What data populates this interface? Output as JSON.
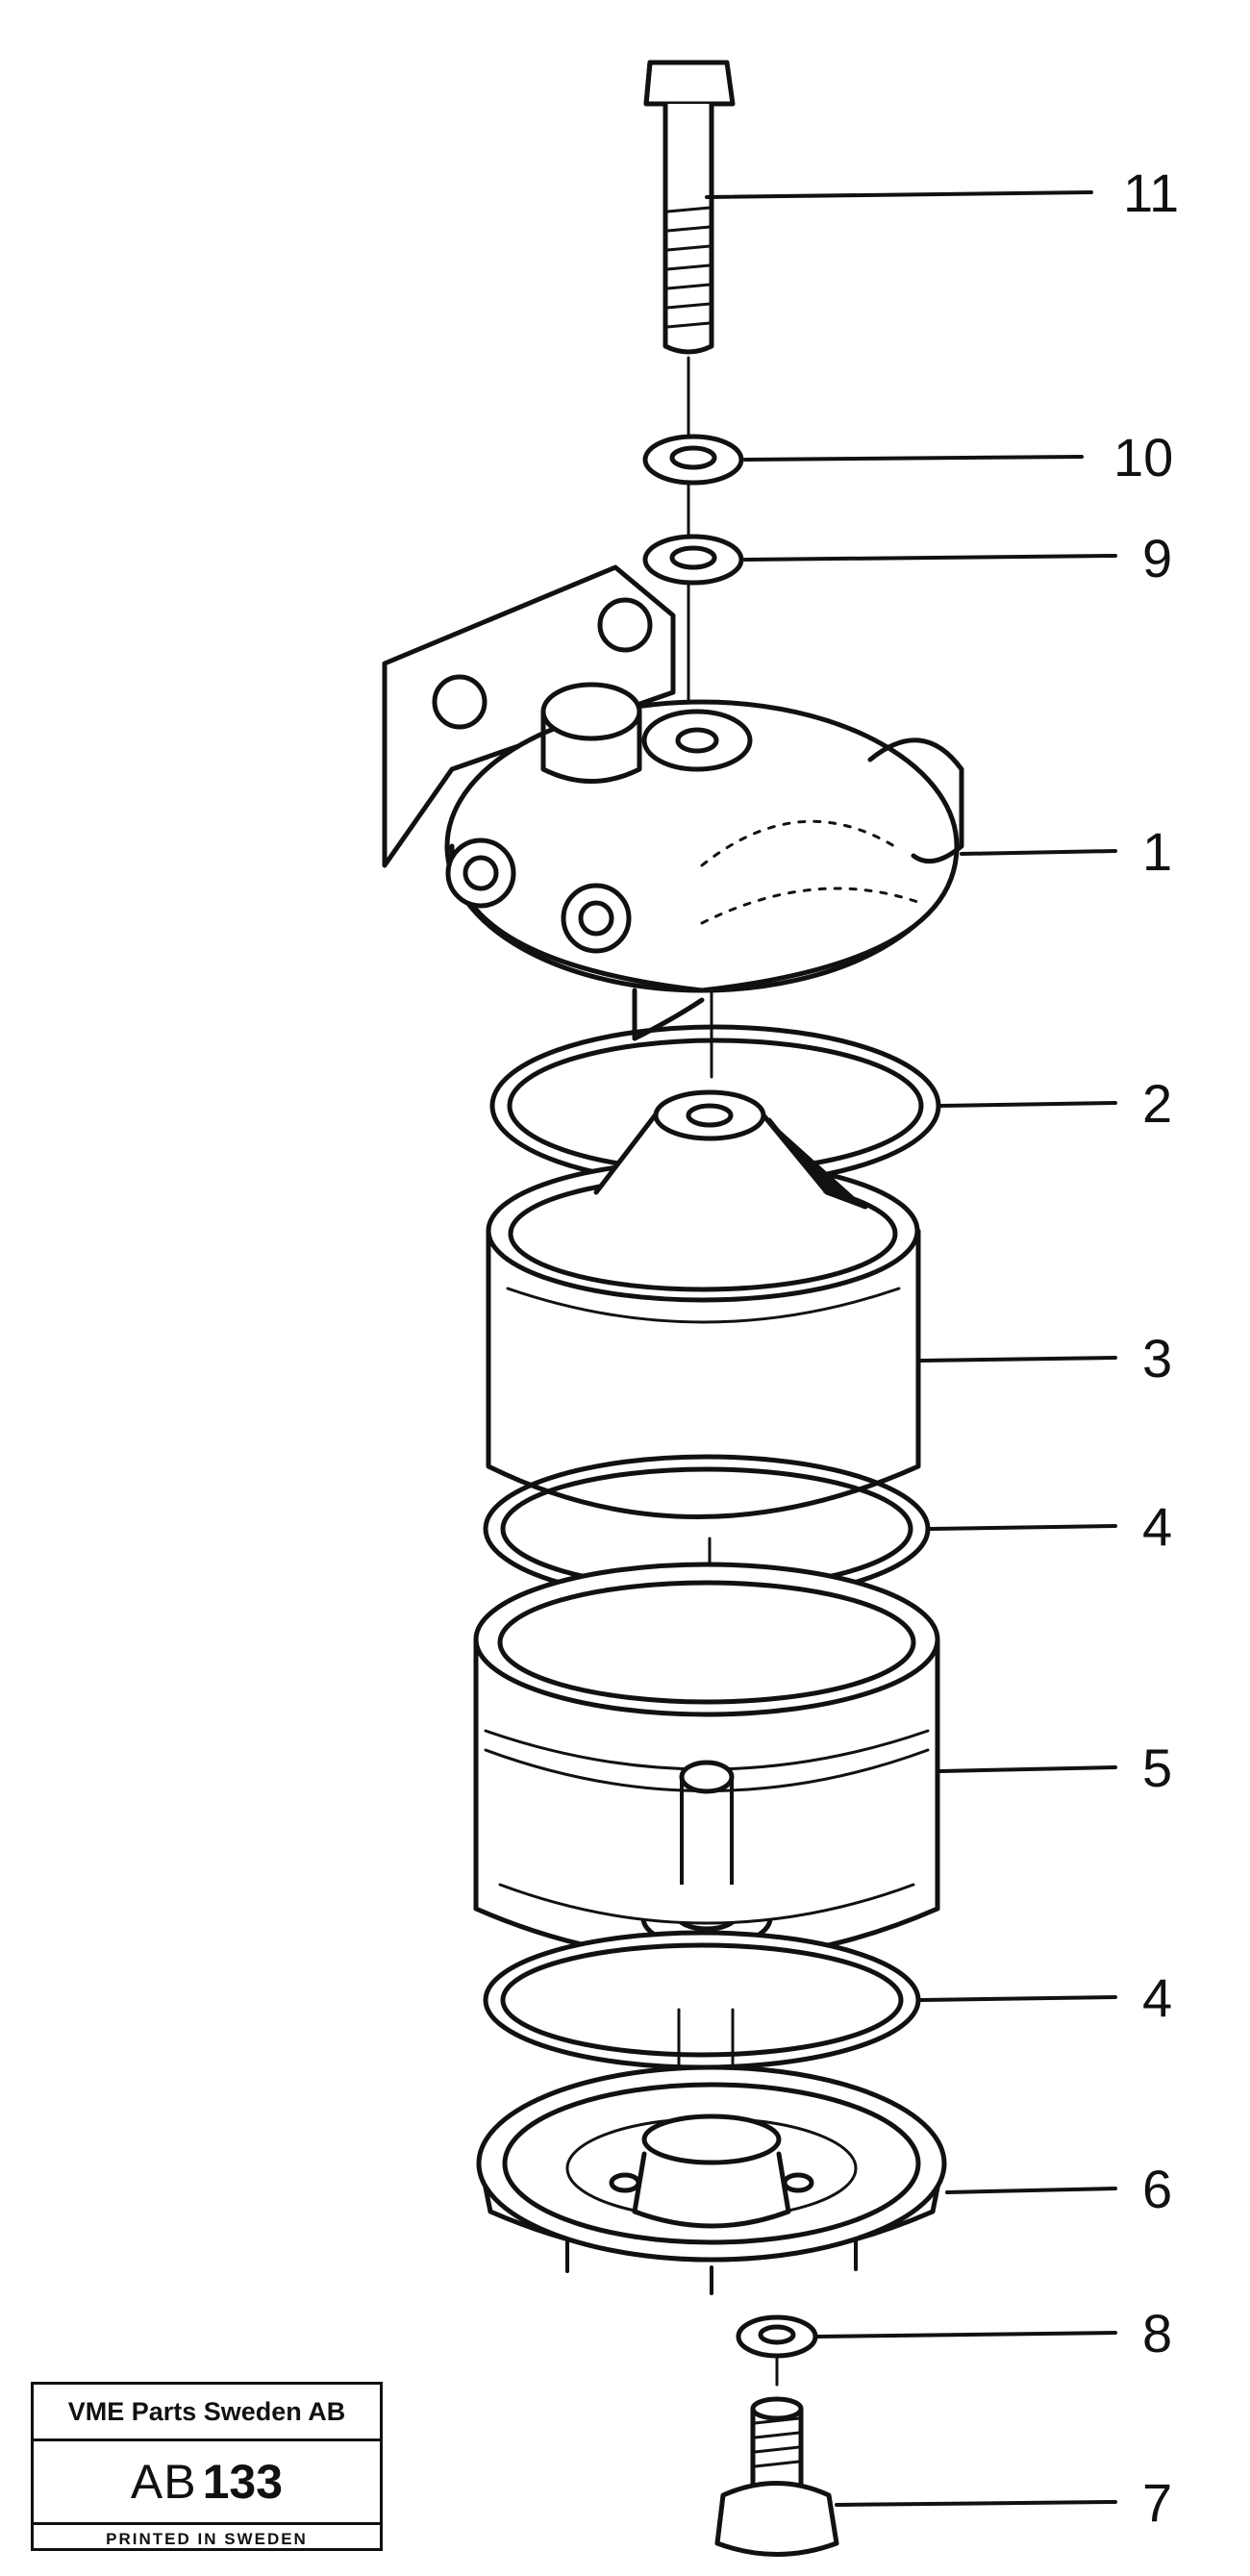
{
  "callouts": [
    {
      "id": "11",
      "label": "11"
    },
    {
      "id": "10",
      "label": "10"
    },
    {
      "id": "9",
      "label": "9"
    },
    {
      "id": "1",
      "label": "1"
    },
    {
      "id": "2",
      "label": "2"
    },
    {
      "id": "3",
      "label": "3"
    },
    {
      "id": "4a",
      "label": "4"
    },
    {
      "id": "5",
      "label": "5"
    },
    {
      "id": "4b",
      "label": "4"
    },
    {
      "id": "6",
      "label": "6"
    },
    {
      "id": "8",
      "label": "8"
    },
    {
      "id": "7",
      "label": "7"
    }
  ],
  "stamp": {
    "company": "VME Parts Sweden AB",
    "code_prefix": "AB",
    "code_number": "133",
    "printed": "PRINTED IN SWEDEN"
  },
  "colors": {
    "ink": "#111111",
    "paper": "#ffffff"
  }
}
